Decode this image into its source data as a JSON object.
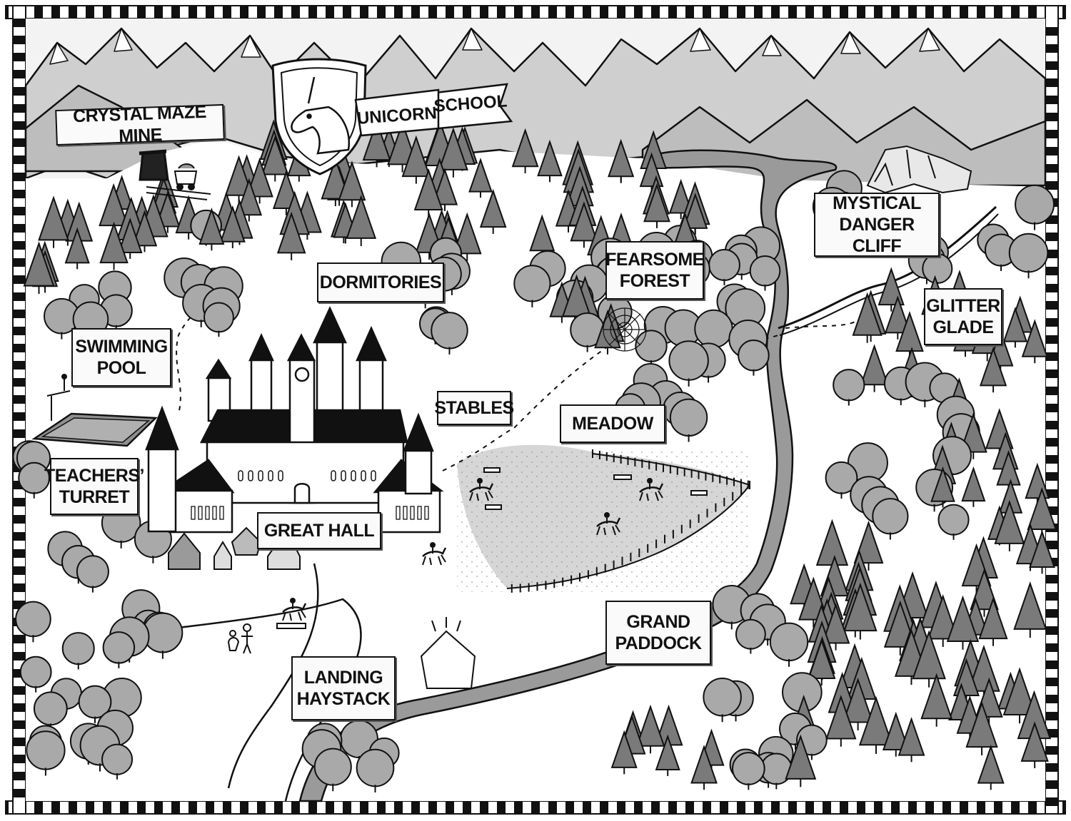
{
  "map": {
    "colors": {
      "ink": "#111111",
      "sky": "#f0f0f0",
      "mountain": "#c8c8c8",
      "tree_pine": "#7a7a7a",
      "tree_round": "#a9a9a9",
      "meadow": "#d3d3d3",
      "water": "#8e8e8e",
      "paper": "#ffffff"
    },
    "crest": {
      "icon": "unicorn-head-icon",
      "banner_left": "UNICORN",
      "banner_right": "SCHOOL"
    },
    "labels": {
      "crystal_maze_mine": "CRYSTAL MAZE MINE",
      "dormitories": "DORMITORIES",
      "fearsome_forest": "FEARSOME\nFOREST",
      "mystical_danger_cliff": "MYSTICAL\nDANGER CLIFF",
      "glitter_glade": "GLITTER\nGLADE",
      "swimming_pool": "SWIMMING\nPOOL",
      "stables": "STABLES",
      "meadow": "MEADOW",
      "teachers_turret": "TEACHERS’\nTURRET",
      "great_hall": "GREAT HALL",
      "grand_paddock": "GRAND\nPADDOCK",
      "landing_haystack": "LANDING\nHAYSTACK"
    },
    "icons": [
      "mine-entrance-icon",
      "mine-cart-icon",
      "diving-board-icon",
      "castle-icon",
      "clock-icon",
      "spider-web-icon",
      "haystack-icon",
      "tent-icon",
      "fence-icon",
      "rider-icon"
    ]
  }
}
